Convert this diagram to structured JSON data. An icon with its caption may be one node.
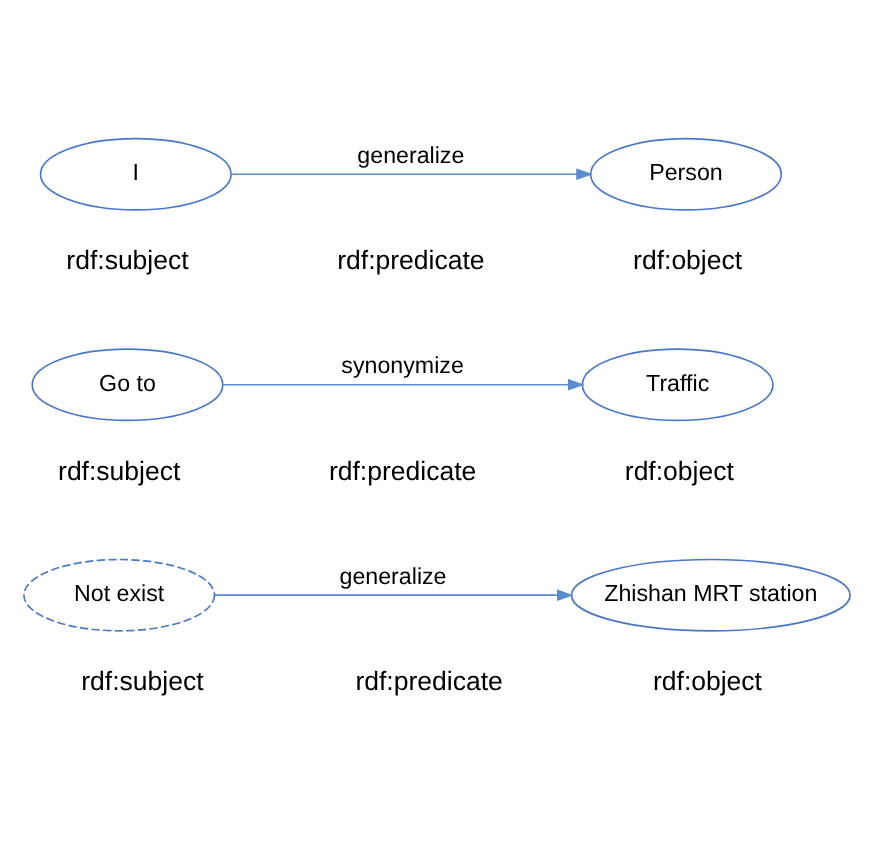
{
  "diagram": {
    "nodes": [
      {
        "text": [
          "I"
        ]
      },
      {
        "text": [
          "Person"
        ]
      },
      {
        "text": [
          "Go to"
        ]
      },
      {
        "text": [
          "Traffic"
        ]
      },
      {
        "text": [
          "Not exist"
        ]
      },
      {
        "text": [
          "Zhishan MRT station"
        ]
      }
    ],
    "edges": [
      {
        "from": 0,
        "to": 1,
        "arrow": "to",
        "label": "generalize"
      },
      {
        "from": 2,
        "to": 3,
        "arrow": "to",
        "label": "synonymize"
      },
      {
        "from": 4,
        "to": 5,
        "arrow": "to",
        "label": "generalize"
      }
    ],
    "labels": [
      "rdf:subject",
      "rdf:predicate",
      "rdf:object",
      "rdf:subject",
      "rdf:predicate",
      "rdf:object",
      "rdf:subject",
      "rdf:predicate",
      "rdf:object"
    ]
  }
}
